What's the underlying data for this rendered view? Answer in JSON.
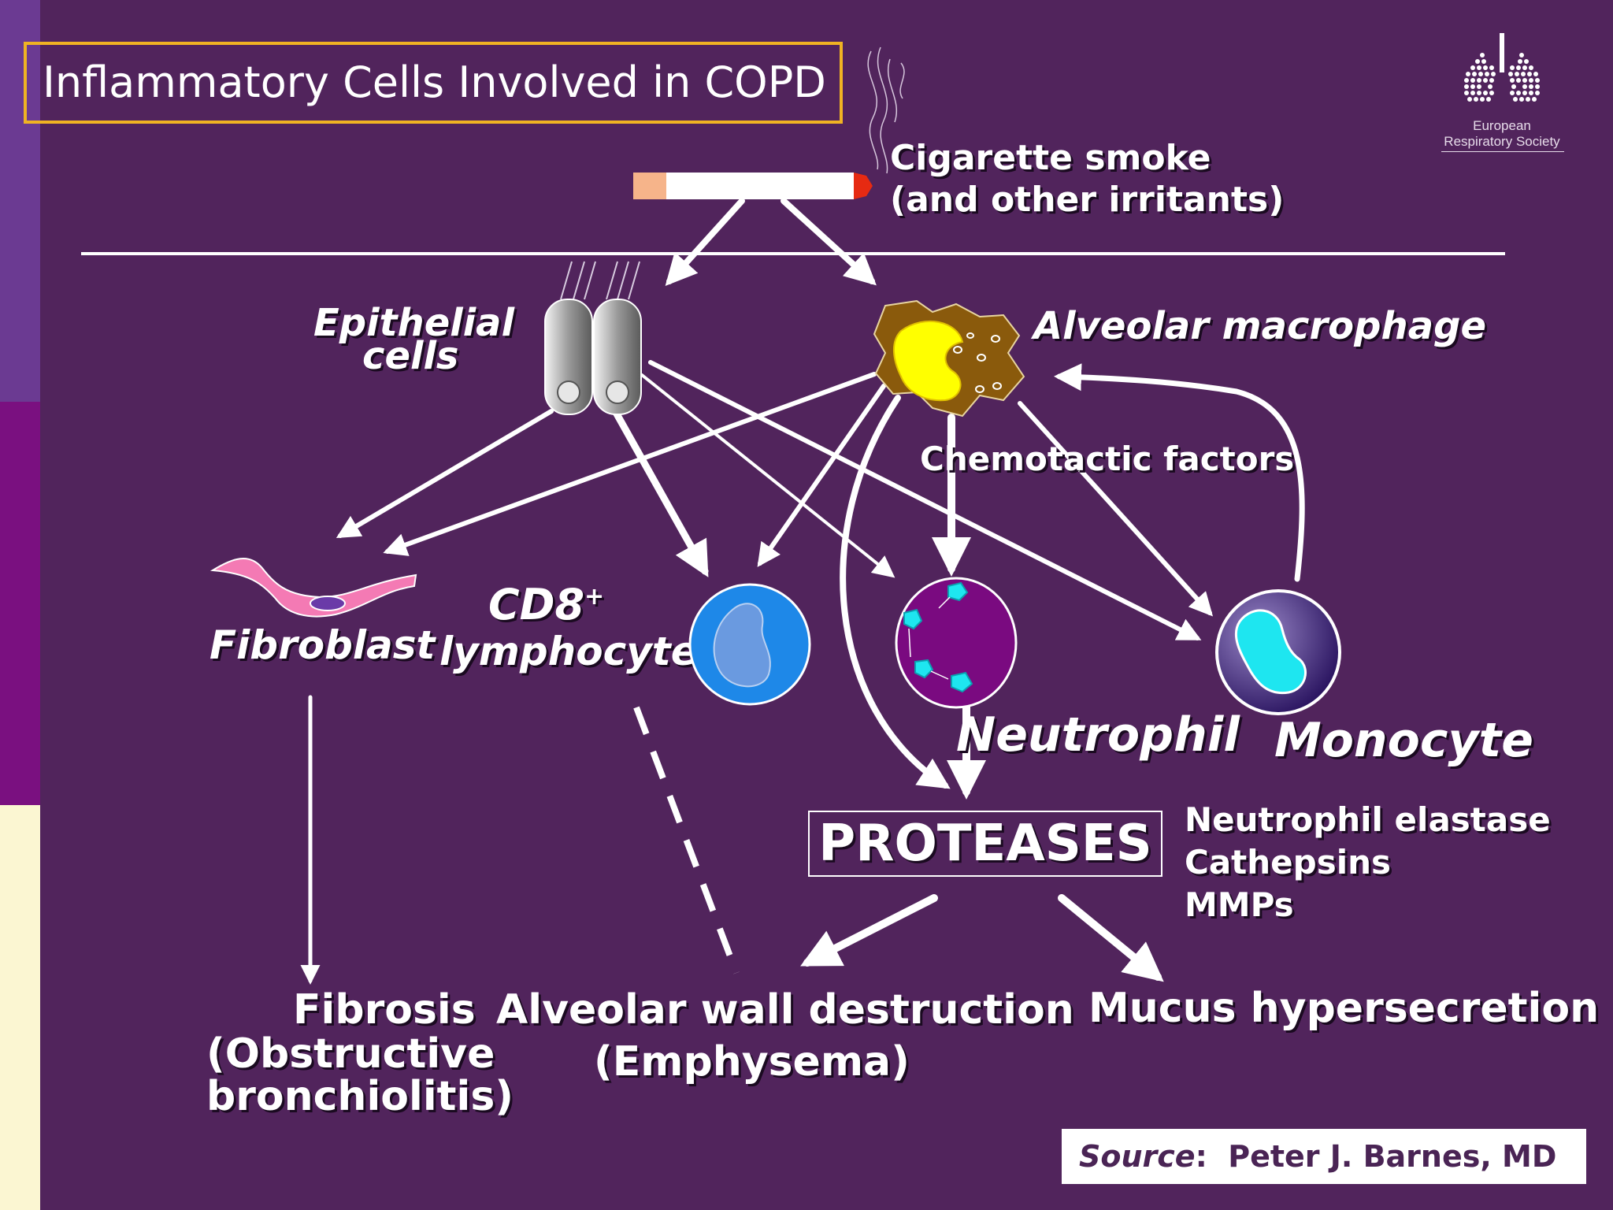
{
  "title": "Inflammatory Cells Involved in COPD",
  "logo": {
    "name": "European Respiratory Society",
    "icon": "lungs-dots-icon"
  },
  "colors": {
    "background": "#51245c",
    "title_border": "#f0b323",
    "strip_top": "#6b3a92",
    "strip_mid": "#7a1080",
    "strip_bottom": "#fbf6d2",
    "fibroblast": "#f47ab4",
    "lymphocyte": "#1e88e8",
    "neutrophil": "#7a0a80",
    "monocyte": "#3a1c7a",
    "macrophage": "#8a5a0c",
    "nucleus_cyan": "#1ee6f0"
  },
  "labels": {
    "smoke_line1": "Cigarette smoke",
    "smoke_line2": "(and other irritants)",
    "epithelial_line1": "Epithelial",
    "epithelial_line2": "cells",
    "macrophage": "Alveolar macrophage",
    "chemotactic": "Chemotactic factors",
    "fibroblast": "Fibroblast",
    "cd8": "CD8",
    "cd8_sup": "+",
    "lymphocyte": "lymphocyte",
    "neutrophil": "Neutrophil",
    "monocyte": "Monocyte",
    "proteases": "PROTEASES",
    "protease_types": [
      "Neutrophil elastase",
      "Cathepsins",
      "MMPs"
    ],
    "fibrosis_line1": "Fibrosis",
    "fibrosis_line2": "(Obstructive",
    "fibrosis_line3": "bronchiolitis)",
    "alveolar_wall_line1": "Alveolar wall destruction",
    "alveolar_wall_line2": "(Emphysema)",
    "mucus": "Mucus hypersecretion"
  },
  "source": {
    "prefix": "Source",
    "author": "Peter J. Barnes, MD"
  }
}
